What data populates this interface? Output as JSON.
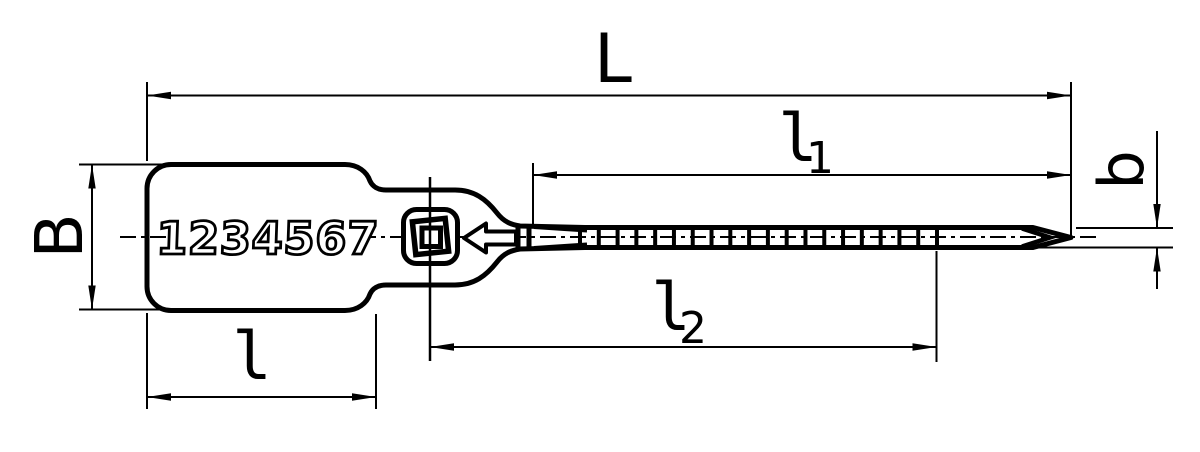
{
  "figure": {
    "serial_number": "1234567",
    "dimension_labels": {
      "overall_length": "L",
      "tail_length": "l",
      "tail_length_sub": "1",
      "serrated_length": "l",
      "serrated_length_sub": "2",
      "tag_length": "l",
      "tag_width": "B",
      "strap_width": "b"
    },
    "strap_teeth_count": 20,
    "colors": {
      "line": "#000000",
      "background": "#ffffff"
    }
  }
}
